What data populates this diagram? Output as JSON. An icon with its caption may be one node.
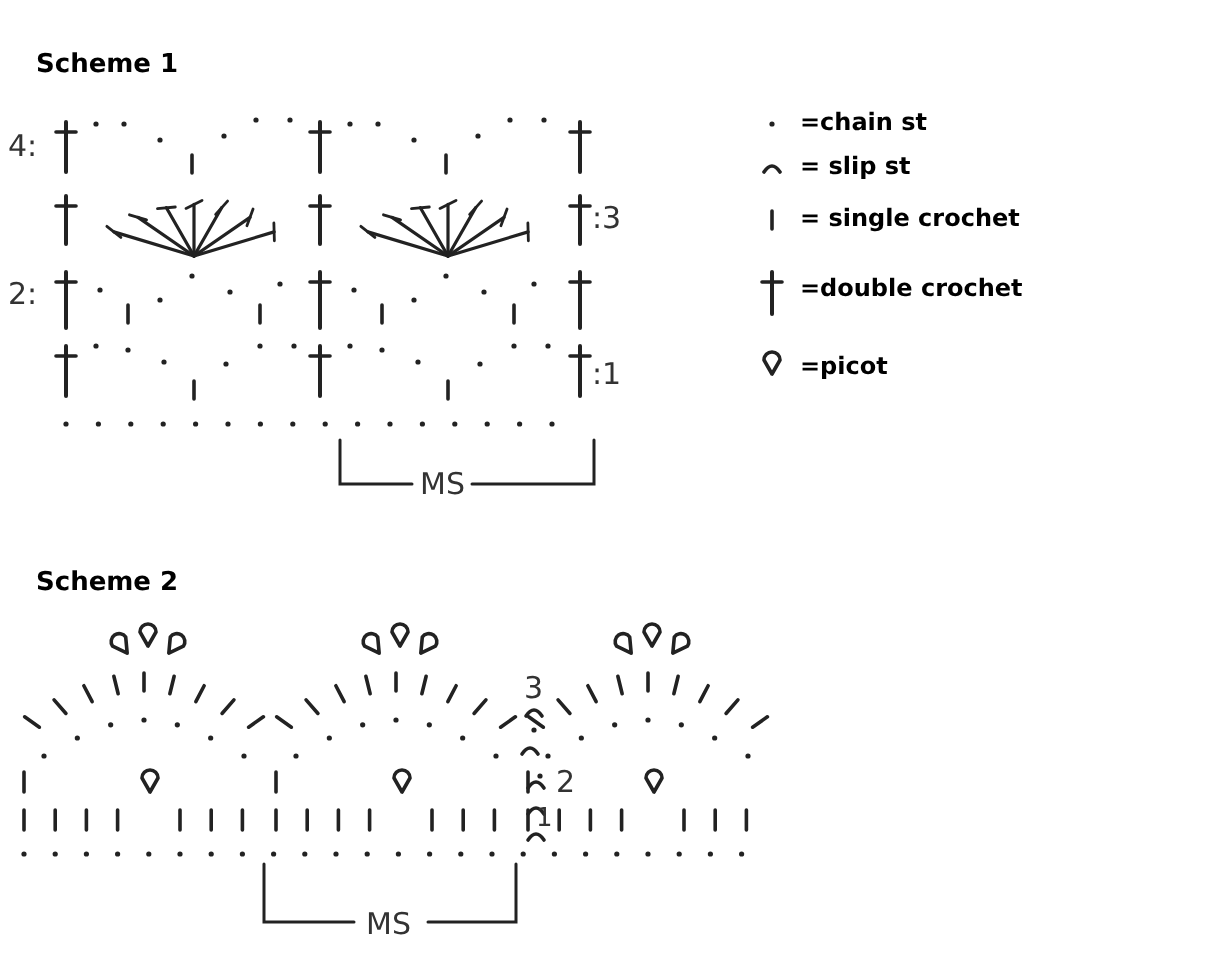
{
  "diagram": {
    "labels": [
      "Scheme 1",
      "4:",
      ":3",
      "2:",
      ":1",
      "MS",
      "Scheme 2",
      "3",
      "2",
      "1",
      "MS"
    ],
    "legend": [
      {
        "text": "=chain st"
      },
      {
        "text": "= slip st"
      },
      {
        "text": "= single crochet"
      },
      {
        "text": "=double crochet"
      },
      {
        "text": "=picot"
      }
    ]
  }
}
